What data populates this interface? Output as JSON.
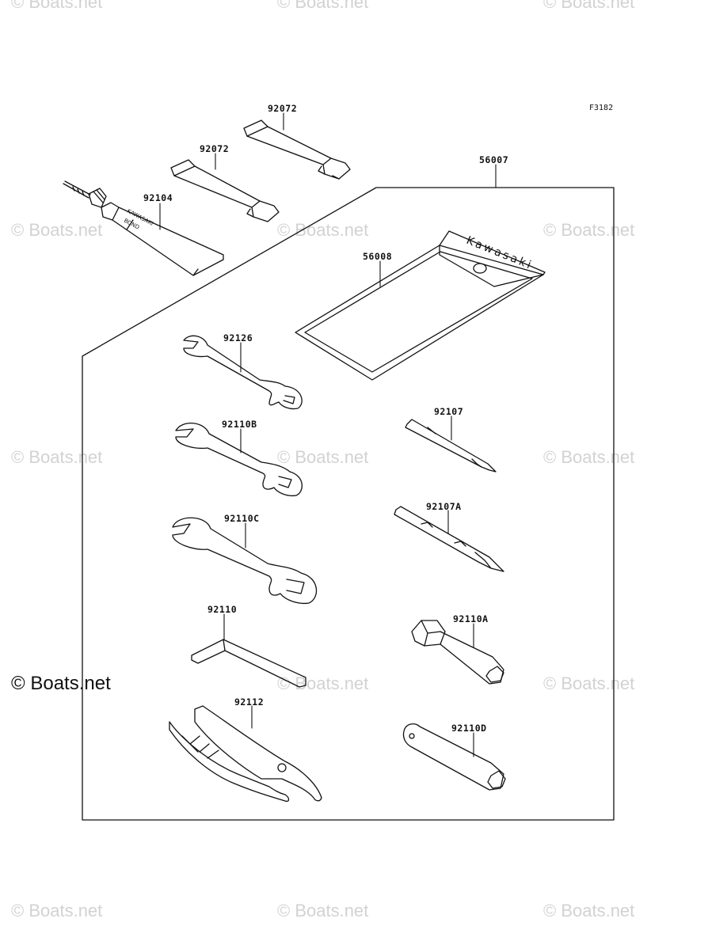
{
  "figure_code": "F3182",
  "watermark": "© Boats.net",
  "watermark_main": "© Boats.net",
  "pouch_brand": "Kawasaki",
  "tube_print_1": "KAWASAKI",
  "tube_print_2": "BOND",
  "parts": [
    {
      "id": "strap-upper",
      "number": "92072"
    },
    {
      "id": "strap-lower",
      "number": "92072"
    },
    {
      "id": "bond-tube",
      "number": "92104"
    },
    {
      "id": "tool-kit",
      "number": "56007"
    },
    {
      "id": "tool-pouch",
      "number": "56008"
    },
    {
      "id": "wrench-small",
      "number": "92126"
    },
    {
      "id": "wrench-medium",
      "number": "92110B"
    },
    {
      "id": "wrench-large",
      "number": "92110C"
    },
    {
      "id": "hex-key",
      "number": "92110"
    },
    {
      "id": "pliers",
      "number": "92112"
    },
    {
      "id": "screwdriver-bit",
      "number": "92107"
    },
    {
      "id": "screwdriver-bit-double",
      "number": "92107A"
    },
    {
      "id": "spark-plug-wrench",
      "number": "92110A"
    },
    {
      "id": "box-wrench",
      "number": "92110D"
    }
  ]
}
